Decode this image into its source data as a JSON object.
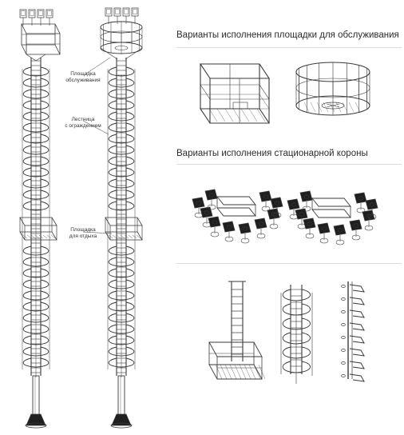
{
  "headings": {
    "platforms": "Варианты исполнения площадки для обслуживания",
    "crowns": "Варианты исполнения стационарной короны"
  },
  "labels": {
    "service_platform": [
      "Площадка",
      "обслуживания"
    ],
    "ladder": [
      "Лестница",
      "с ограждением"
    ],
    "rest_platform": [
      "Площадка",
      "для отдыха"
    ]
  },
  "colors": {
    "line": "#3a3a3a",
    "dark": "#1f1f1f",
    "rule": "#dcdcdc"
  }
}
